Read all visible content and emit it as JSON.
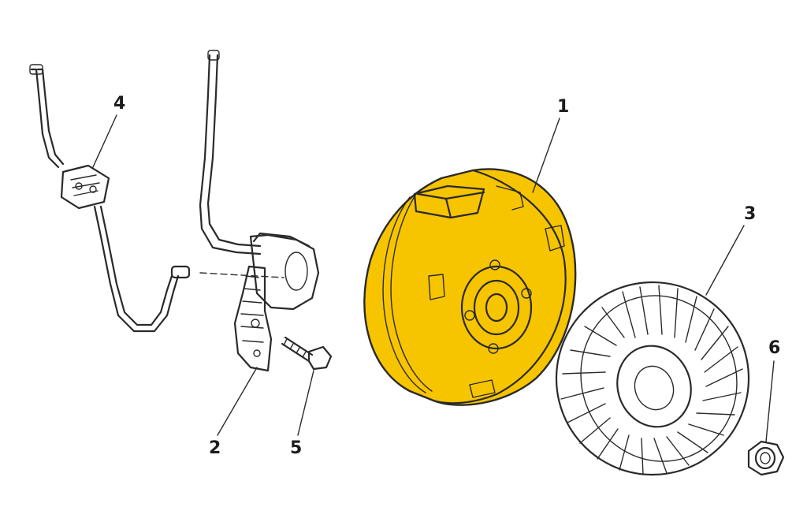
{
  "diagram": {
    "highlight_color": "#F7C400",
    "ink_color": "#2a2a2a",
    "callouts": [
      {
        "id": "1",
        "label": "1"
      },
      {
        "id": "2",
        "label": "2"
      },
      {
        "id": "3",
        "label": "3"
      },
      {
        "id": "4",
        "label": "4"
      },
      {
        "id": "5",
        "label": "5"
      },
      {
        "id": "6",
        "label": "6"
      }
    ]
  }
}
